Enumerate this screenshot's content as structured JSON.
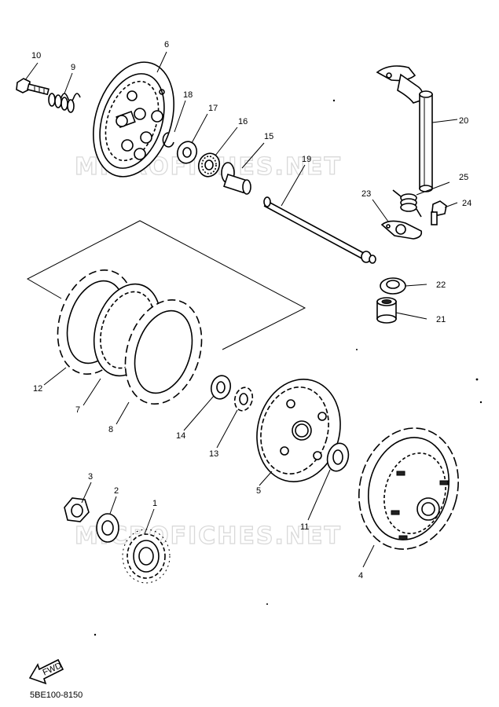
{
  "watermark": "MICROFICHES.NET",
  "code": "5BE100-8150",
  "fwd": "FWD",
  "labels": {
    "p1": "1",
    "p2": "2",
    "p3": "3",
    "p4": "4",
    "p5": "5",
    "p6": "6",
    "p7": "7",
    "p8": "8",
    "p9": "9",
    "p10": "10",
    "p11": "11",
    "p12": "12",
    "p13": "13",
    "p14": "14",
    "p15": "15",
    "p16": "16",
    "p17": "17",
    "p18": "18",
    "p19": "19",
    "p20": "20",
    "p21": "21",
    "p22": "22",
    "p23": "23",
    "p24": "24",
    "p25": "25"
  }
}
